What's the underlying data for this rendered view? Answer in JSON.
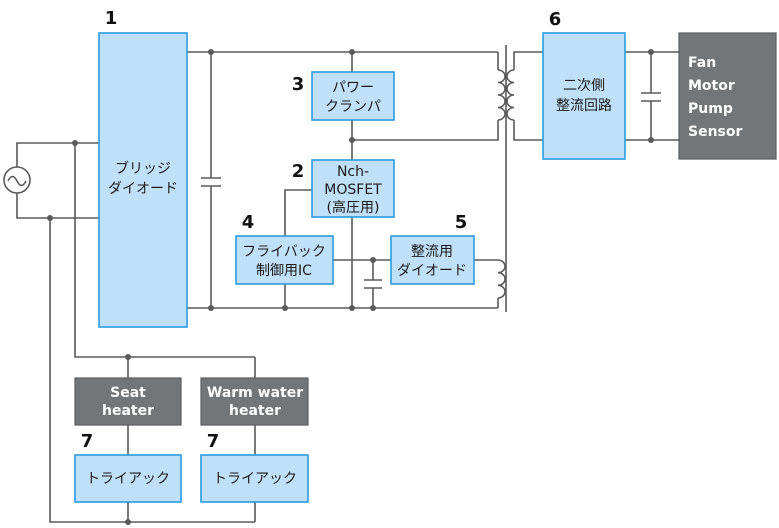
{
  "numbers": {
    "bridge": "1",
    "mosfet": "2",
    "clamp": "3",
    "flyback_ic": "4",
    "rect_diode": "5",
    "secondary": "6",
    "triac1": "7",
    "triac2": "7"
  },
  "blocks": {
    "bridge": [
      "ブリッジ",
      "ダイオード"
    ],
    "clamp": [
      "パワー",
      "クランパ"
    ],
    "mosfet": [
      "Nch-",
      "MOSFET",
      "(高圧用)"
    ],
    "flyback_ic": [
      "フライバック",
      "制御用IC"
    ],
    "rect_diode": [
      "整流用",
      "ダイオード"
    ],
    "secondary": [
      "二次側",
      "整流回路"
    ],
    "triac1": "トライアック",
    "triac2": "トライアック"
  },
  "loads": {
    "output": [
      "Fan",
      "Motor",
      "Pump",
      "Sensor"
    ],
    "seat_heater": [
      "Seat",
      "heater"
    ],
    "water_heater": [
      "Warm water",
      "heater"
    ]
  },
  "ac_source_symbol": "~"
}
